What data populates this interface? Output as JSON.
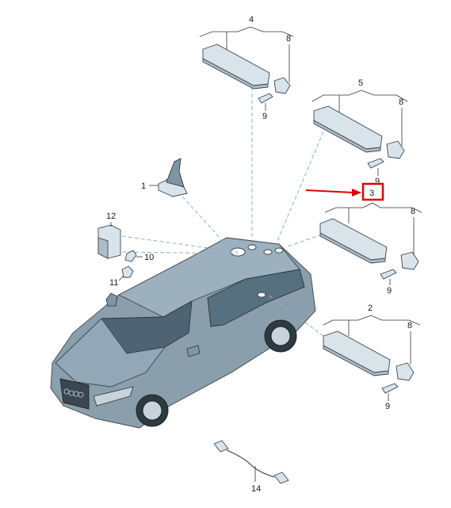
{
  "diagram": {
    "callouts": {
      "c1": "1",
      "c2": "2",
      "c3": "3",
      "c4": "4",
      "c5": "5",
      "c8a": "8",
      "c8b": "8",
      "c8c": "8",
      "c8d": "8",
      "c9a": "9",
      "c9b": "9",
      "c9c": "9",
      "c9d": "9",
      "c10": "10",
      "c11": "11",
      "c12": "12",
      "c14": "14"
    },
    "highlight_color": "#e00000",
    "body_color": "#7f95a3"
  }
}
